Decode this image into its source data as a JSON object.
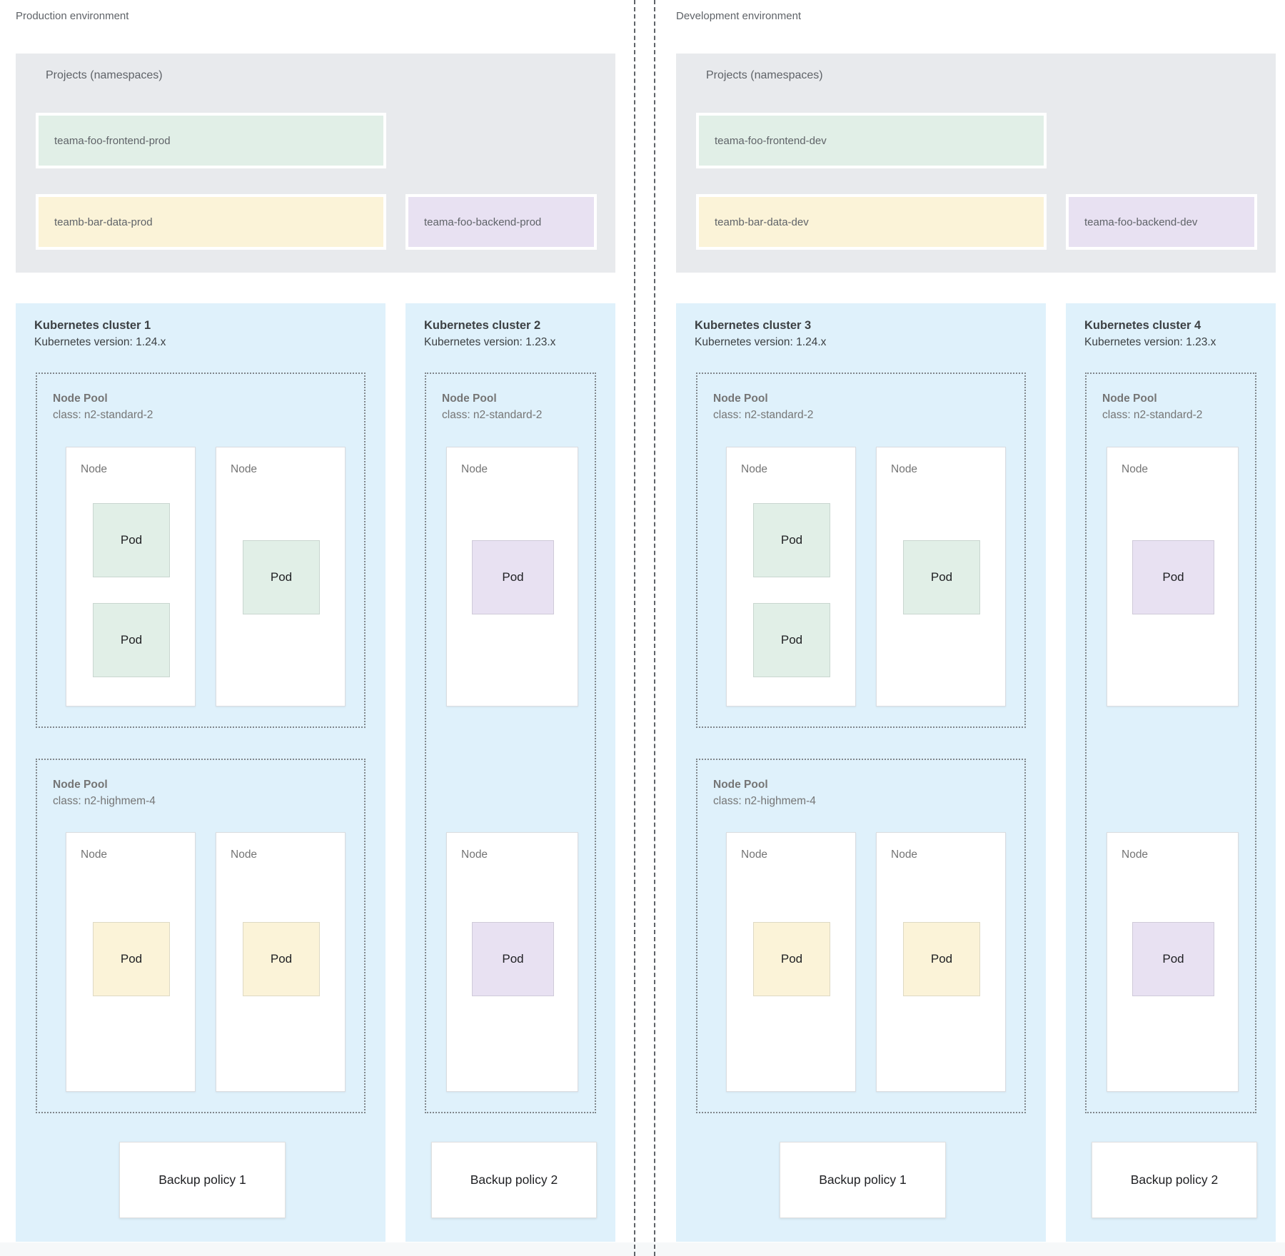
{
  "labels": {
    "node": "Node",
    "pod": "Pod"
  },
  "colors": {
    "cluster_background": "#dff1fb",
    "projects_background": "#e8eaed",
    "namespace_green": "#e1efe7",
    "namespace_yellow": "#fbf3d8",
    "namespace_purple": "#e8e1f2",
    "divider_dash": "#5f6368",
    "title_text": "#3c4043",
    "muted_text": "#5f6368"
  },
  "environments": {
    "production": {
      "title": "Production environment",
      "projects_title": "Projects (namespaces)",
      "ns_frontend": "teama-foo-frontend-prod",
      "ns_data": "teamb-bar-data-prod",
      "ns_backend": "teama-foo-backend-prod"
    },
    "development": {
      "title": "Development environment",
      "projects_title": "Projects (namespaces)",
      "ns_frontend": "teama-foo-frontend-dev",
      "ns_data": "teamb-bar-data-dev",
      "ns_backend": "teama-foo-backend-dev"
    }
  },
  "clusters": {
    "c1": {
      "title": "Kubernetes cluster 1",
      "version": "Kubernetes version: 1.24.x",
      "pool1_name": "Node Pool",
      "pool1_class": "class: n2-standard-2",
      "pool2_name": "Node Pool",
      "pool2_class": "class: n2-highmem-4",
      "backup": "Backup policy 1"
    },
    "c2": {
      "title": "Kubernetes cluster 2",
      "version": "Kubernetes version: 1.23.x",
      "pool1_name": "Node Pool",
      "pool1_class": "class: n2-standard-2",
      "backup": "Backup policy 2"
    },
    "c3": {
      "title": "Kubernetes cluster 3",
      "version": "Kubernetes version: 1.24.x",
      "pool1_name": "Node Pool",
      "pool1_class": "class: n2-standard-2",
      "pool2_name": "Node Pool",
      "pool2_class": "class: n2-highmem-4",
      "backup": "Backup policy 1"
    },
    "c4": {
      "title": "Kubernetes cluster 4",
      "version": "Kubernetes version: 1.23.x",
      "pool1_name": "Node Pool",
      "pool1_class": "class: n2-standard-2",
      "backup": "Backup policy 2"
    }
  }
}
